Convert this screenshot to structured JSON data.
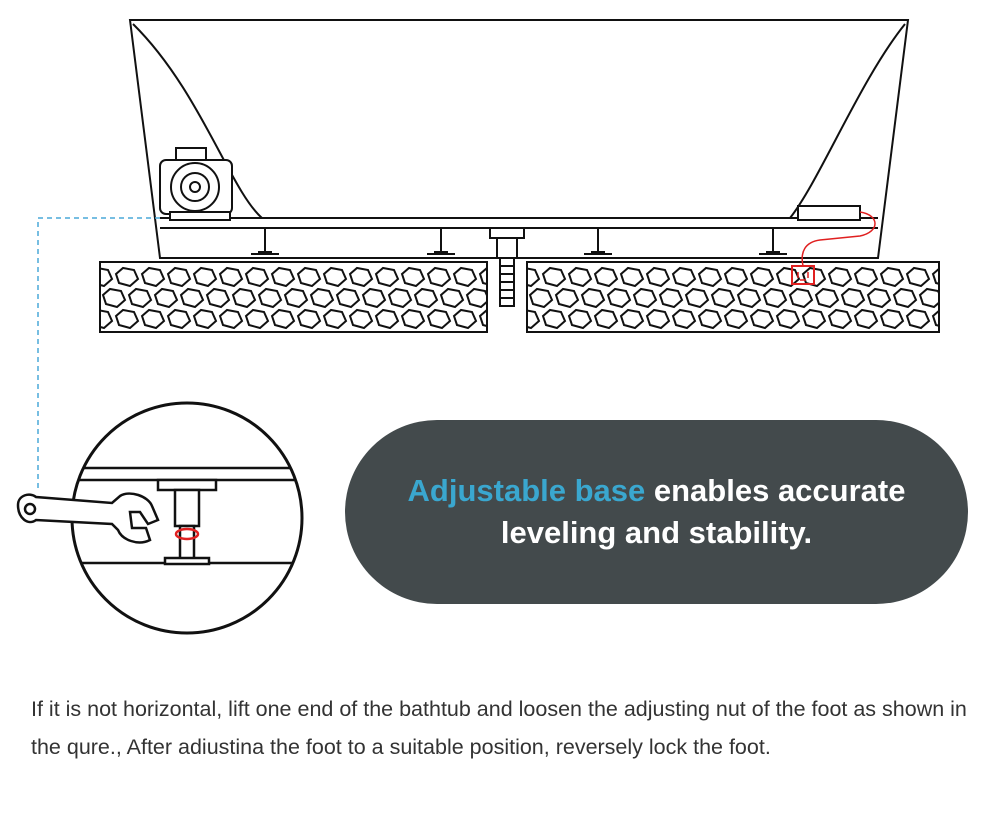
{
  "colors": {
    "accent": "#3aa7cf",
    "callout_background": "#434a4c",
    "line_art": "#111111",
    "guide_line": "#4aa8d8",
    "drain_wire": "#e02020",
    "text": "#333333"
  },
  "icons": [
    "bathtub-drawing",
    "stone-floor-drawing",
    "adjustable-foot-detail",
    "wrench-icon",
    "drain-pump-drawing"
  ],
  "callout": {
    "highlight": "Adjustable base",
    "rest_line1": " enables accurate",
    "line2": "leveling and stability."
  },
  "caption": {
    "text": "If it is not horizontal, lift one end of the bathtub and loosen the adjusting nut of the foot as shown in the qure., After adiustina the foot to a suitable position, reversely lock the foot."
  }
}
